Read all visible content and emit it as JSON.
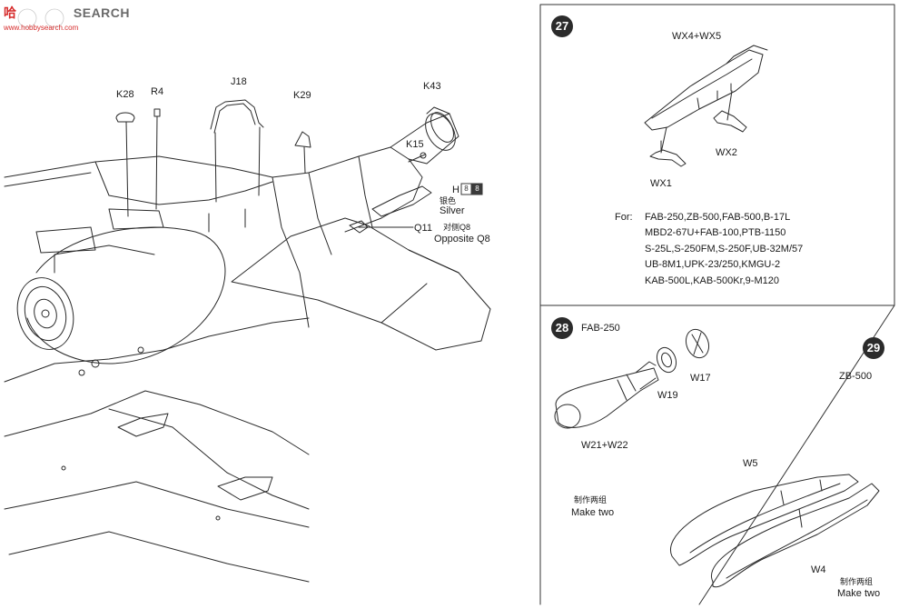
{
  "watermark": {
    "cn": "哈",
    "en": "SEARCH",
    "url": "www.hobbysearch.com"
  },
  "main": {
    "labels": {
      "k28": "K28",
      "r4": "R4",
      "j18": "J18",
      "k29": "K29",
      "k43": "K43",
      "k15": "K15",
      "h": "H",
      "chip1": "8",
      "chip2": "8",
      "silver_cn": "银色",
      "silver": "Silver",
      "q11": "Q11",
      "opp_cn": "对侧Q8",
      "opp": "Opposite Q8"
    }
  },
  "step27": {
    "num": "27",
    "labels": {
      "wx45": "WX4+WX5",
      "wx2": "WX2",
      "wx1": "WX1"
    },
    "for_label": "For:",
    "for_lines": [
      "FAB-250,ZB-500,FAB-500,B-17L",
      "MBD2-67U+FAB-100,PTB-1150",
      "S-25L,S-250FM,S-250F,UB-32M/57",
      "UB-8M1,UPK-23/250,KMGU-2",
      "KAB-500L,KAB-500Kr,9-M120"
    ]
  },
  "step28": {
    "num": "28",
    "title": "FAB-250",
    "labels": {
      "w17": "W17",
      "w19": "W19",
      "w2122": "W21+W22",
      "make_cn": "制作两组",
      "make": "Make two"
    }
  },
  "step29": {
    "num": "29",
    "title": "ZB-500",
    "labels": {
      "w5": "W5",
      "w4": "W4",
      "make_cn": "制作两组",
      "make": "Make two"
    }
  },
  "colors": {
    "line": "#2a2a2a",
    "chip": "#3a3a3a",
    "frame": "#333333"
  }
}
